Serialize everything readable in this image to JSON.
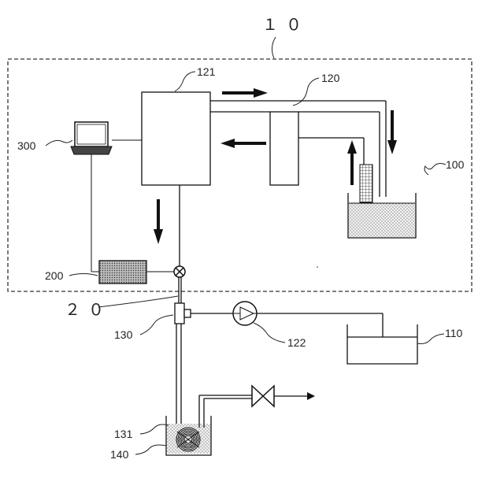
{
  "labels": {
    "system": "１０",
    "pipe": "２０",
    "controller": "300",
    "unit": "121",
    "unit2": "120",
    "tank": "100",
    "box": "200",
    "tee": "130",
    "pump": "122",
    "reservoir": "110",
    "coil": "131",
    "bath": "140"
  },
  "colors": {
    "line": "#111111",
    "dash": "#444444",
    "fill_dots": "#d8d8d8",
    "fill_gray": "#bdbdbd"
  }
}
